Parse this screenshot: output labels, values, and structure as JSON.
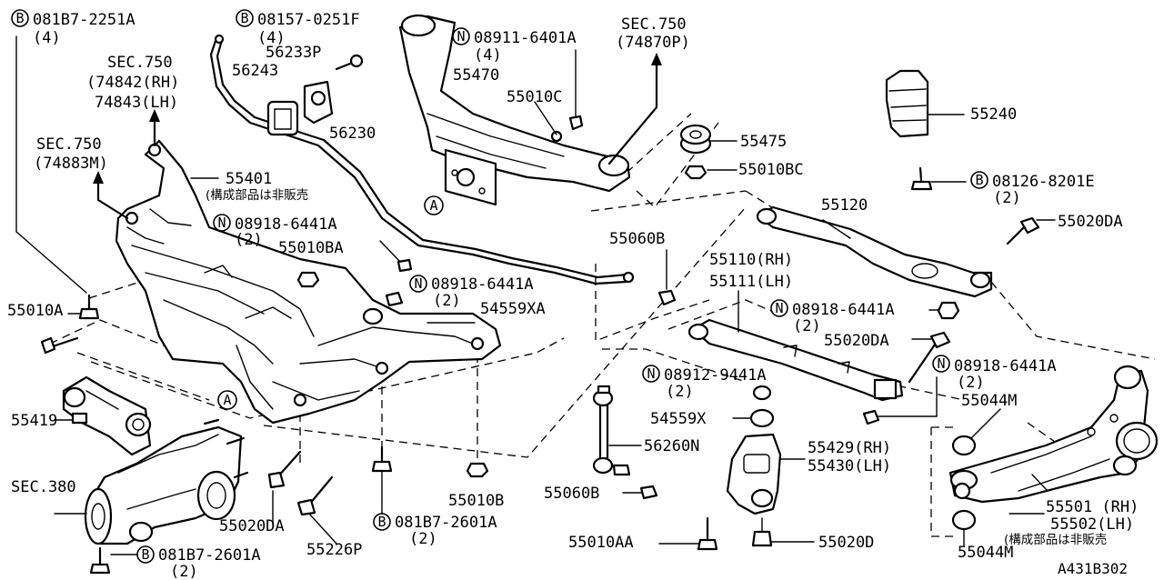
{
  "callouts": {
    "c1": {
      "prefix": "B",
      "code": "081B7-2251A",
      "qty": "(4)"
    },
    "c2": {
      "prefix": "B",
      "code": "08157-0251F",
      "qty": "(4)"
    },
    "c3": {
      "code": "56233P"
    },
    "c4": {
      "code": "56243"
    },
    "c5": {
      "prefix": "N",
      "code": "08911-6401A",
      "qty": "(4)"
    },
    "c6": {
      "code": "SEC.750",
      "sub": "(74870P)"
    },
    "c7": {
      "code": "55470"
    },
    "c8": {
      "code": "55010C"
    },
    "c9": {
      "code": "SEC.750",
      "sub1": "(74842(RH)",
      "sub2": "74843(LH)"
    },
    "c10": {
      "code": "56230"
    },
    "c11": {
      "code": "55475"
    },
    "c12": {
      "code": "55240"
    },
    "c13": {
      "code": "55010BC"
    },
    "c14": {
      "code": "SEC.750",
      "sub": "(74883M)"
    },
    "c15": {
      "code": "55401",
      "note": "(構成部品は非販売"
    },
    "c16": {
      "prefix": "B",
      "code": "08126-8201E",
      "qty": "(2)"
    },
    "c17": {
      "code": "55120"
    },
    "c18": {
      "prefix": "N",
      "code": "08918-6441A",
      "qty": "(2)"
    },
    "c19": {
      "code": "55020DA"
    },
    "c20": {
      "code": "55010BA"
    },
    "c21": {
      "code": "55060B"
    },
    "c22": {
      "code": "55110(RH)",
      "sub": "55111(LH)"
    },
    "c23": {
      "prefix": "N",
      "code": "08918-6441A",
      "qty": "(2)"
    },
    "c24": {
      "code": "55010A"
    },
    "c25": {
      "code": "54559XA"
    },
    "c26": {
      "prefix": "N",
      "code": "08918-6441A",
      "qty": "(2)"
    },
    "c27": {
      "code": "55020DA"
    },
    "c28": {
      "prefix": "N",
      "code": "08918-6441A",
      "qty": "(2)"
    },
    "c29": {
      "prefix": "N",
      "code": "08912-9441A",
      "qty": "(2)"
    },
    "c30": {
      "code": "55044M"
    },
    "c31": {
      "code": "54559X"
    },
    "c32": {
      "code": "55419"
    },
    "c33": {
      "code": "56260N"
    },
    "c34": {
      "code": "55429(RH)",
      "sub": "55430(LH)"
    },
    "c35": {
      "code": "SEC.380"
    },
    "c36": {
      "code": "55010B"
    },
    "c37": {
      "code": "55060B"
    },
    "c38": {
      "code": "55501 (RH)",
      "sub": "55502(LH)",
      "note": "(構成部品は非販売"
    },
    "c39": {
      "code": "55020DA"
    },
    "c40": {
      "code": "55226P"
    },
    "c41": {
      "prefix": "B",
      "code": "081B7-2601A",
      "qty": "(2)"
    },
    "c42": {
      "code": "55010AA"
    },
    "c43": {
      "code": "55020D"
    },
    "c44": {
      "code": "55044M"
    },
    "c45": {
      "prefix": "B",
      "code": "081B7-2601A",
      "qty": "(2)"
    }
  },
  "markers": {
    "a1": "A",
    "a2": "A"
  },
  "figure_id": "A431B302"
}
